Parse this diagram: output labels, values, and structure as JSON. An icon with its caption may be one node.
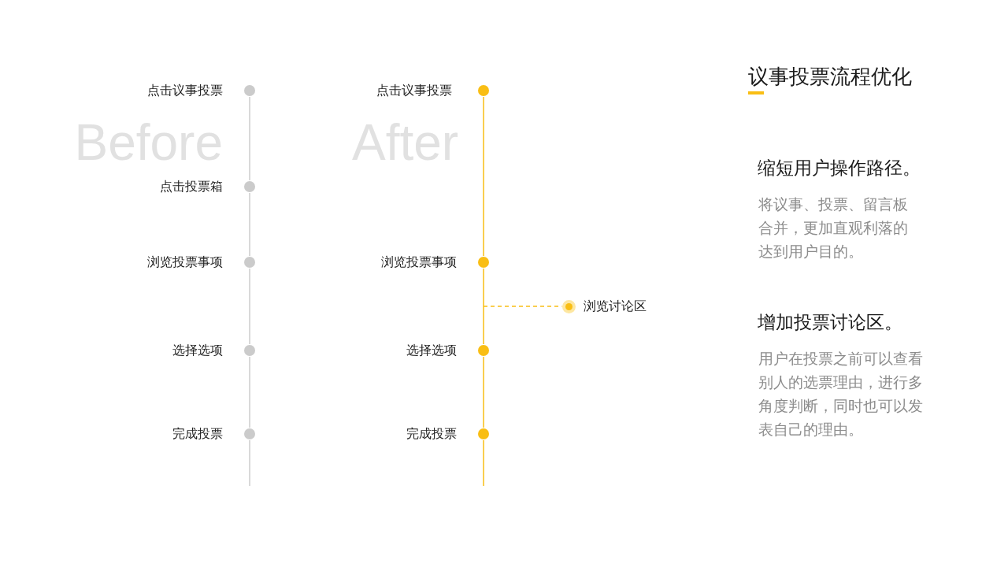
{
  "diagram": {
    "title": "议事投票流程优化",
    "nodes": [
      {
        "text": [
          "点击议事投票"
        ]
      },
      {
        "text": [
          "点击投票箱"
        ]
      },
      {
        "text": [
          "浏览投票事项"
        ]
      },
      {
        "text": [
          "选择选项"
        ]
      },
      {
        "text": [
          "完成投票"
        ]
      },
      {
        "text": [
          "点击议事投票"
        ]
      },
      {
        "text": [
          "浏览投票事项"
        ]
      },
      {
        "text": [
          "浏览讨论区"
        ]
      },
      {
        "text": [
          "选择选项"
        ]
      },
      {
        "text": [
          "完成投票"
        ]
      }
    ],
    "edges": [
      {
        "from": 0,
        "to": 1,
        "arrow": "none"
      },
      {
        "from": 1,
        "to": 2,
        "arrow": "none"
      },
      {
        "from": 2,
        "to": 3,
        "arrow": "none"
      },
      {
        "from": 3,
        "to": 4,
        "arrow": "none"
      },
      {
        "from": 4,
        "to": null,
        "arrow": "none"
      },
      {
        "from": 5,
        "to": 6,
        "arrow": "none",
        "color": "#f9be14"
      },
      {
        "from": 6,
        "to": 8,
        "arrow": "none",
        "color": "#f9be14"
      },
      {
        "from": 8,
        "to": 9,
        "arrow": "none",
        "color": "#f9be14"
      },
      {
        "from": 9,
        "to": null,
        "arrow": "none",
        "color": "#f9be14"
      },
      {
        "from": null,
        "to": 7,
        "arrow": "none",
        "style": "dashed",
        "color": "#f9be14"
      }
    ],
    "labels": [
      "Before",
      "After",
      "缩短用户操作路径。",
      "将议事、投票、留言板合并，更加直观利落的达到用户目的。",
      "增加投票讨论区。",
      "用户在投票之前可以查看别人的选票理由，进行多角度判断，同时也可以发表自己的理由。"
    ]
  }
}
